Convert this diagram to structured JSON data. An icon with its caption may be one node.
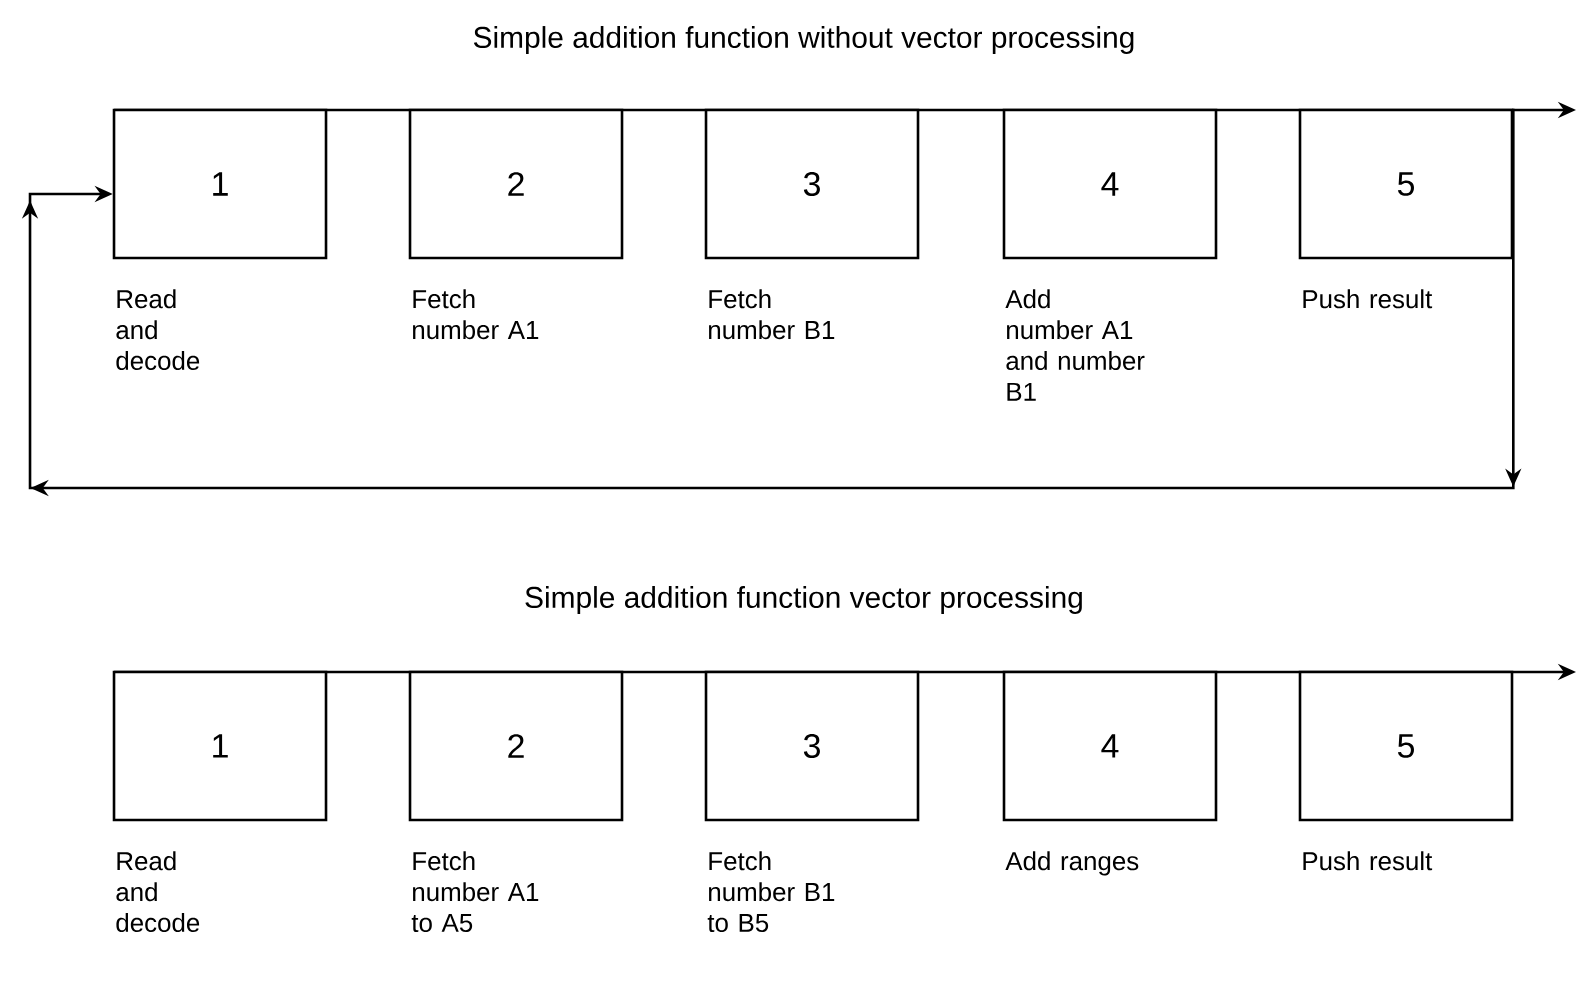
{
  "diagram": {
    "nodes": [
      {
        "text": [
          "1"
        ],
        "beside": [
          "Read and decode"
        ]
      },
      {
        "text": [
          "2"
        ],
        "beside": [
          "Fetch number A1"
        ]
      },
      {
        "text": [
          "3"
        ],
        "beside": [
          "Fetch number B1"
        ]
      },
      {
        "text": [
          "4"
        ],
        "beside": [
          "Add number A1 and number B1"
        ]
      },
      {
        "text": [
          "5"
        ],
        "beside": [
          "Push result"
        ]
      },
      {
        "text": [
          "1"
        ],
        "beside": [
          "Read and decode"
        ]
      },
      {
        "text": [
          "2"
        ],
        "beside": [
          "Fetch number A1 to A5"
        ]
      },
      {
        "text": [
          "3"
        ],
        "beside": [
          "Fetch number B1 to B5"
        ]
      },
      {
        "text": [
          "4"
        ],
        "beside": [
          "Add ranges"
        ]
      },
      {
        "text": [
          "5"
        ],
        "beside": [
          "Push result"
        ]
      }
    ],
    "edges": [
      {
        "from": 4,
        "to": 0,
        "arrow": "to"
      }
    ],
    "labels": [
      "Simple addition function without vector processing",
      "Simple addition function vector processing"
    ]
  }
}
